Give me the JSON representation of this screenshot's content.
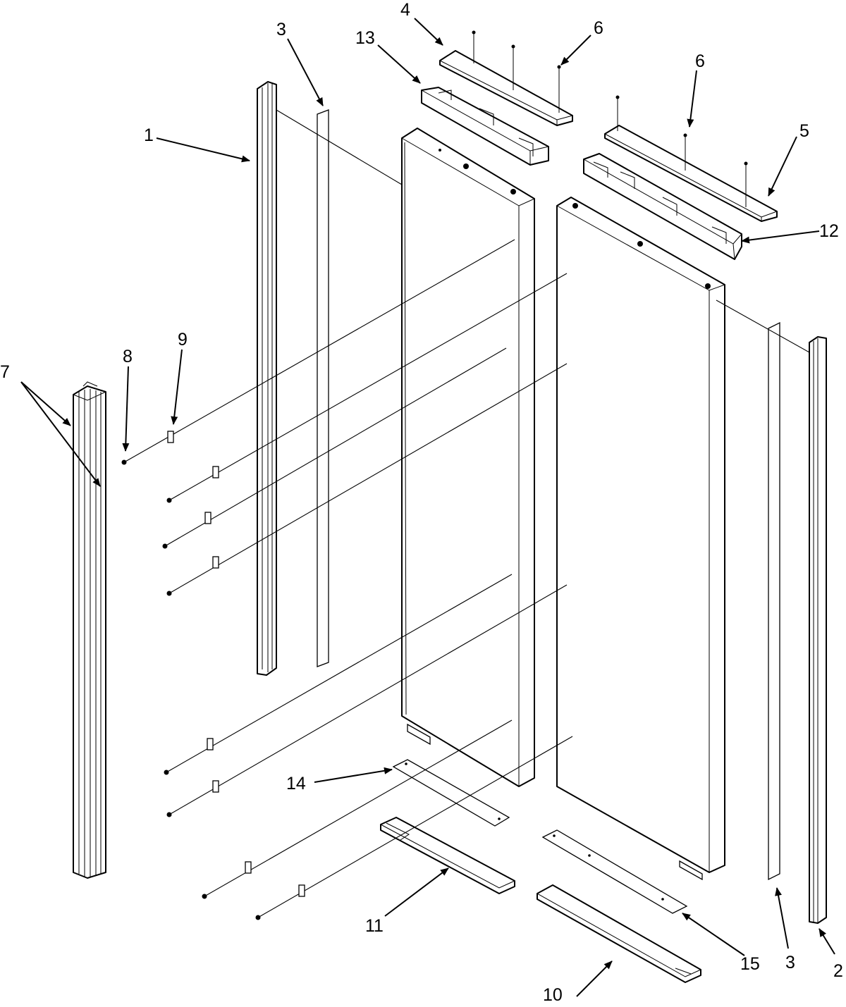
{
  "diagram": {
    "callouts": [
      {
        "id": "c1",
        "label": "1"
      },
      {
        "id": "c2",
        "label": "2"
      },
      {
        "id": "c3a",
        "label": "3"
      },
      {
        "id": "c3b",
        "label": "3"
      },
      {
        "id": "c4",
        "label": "4"
      },
      {
        "id": "c5",
        "label": "5"
      },
      {
        "id": "c6a",
        "label": "6"
      },
      {
        "id": "c6b",
        "label": "6"
      },
      {
        "id": "c7",
        "label": "7"
      },
      {
        "id": "c8",
        "label": "8"
      },
      {
        "id": "c9",
        "label": "9"
      },
      {
        "id": "c10",
        "label": "10"
      },
      {
        "id": "c11",
        "label": "11"
      },
      {
        "id": "c12",
        "label": "12"
      },
      {
        "id": "c13",
        "label": "13"
      },
      {
        "id": "c14",
        "label": "14"
      },
      {
        "id": "c15",
        "label": "15"
      }
    ]
  }
}
